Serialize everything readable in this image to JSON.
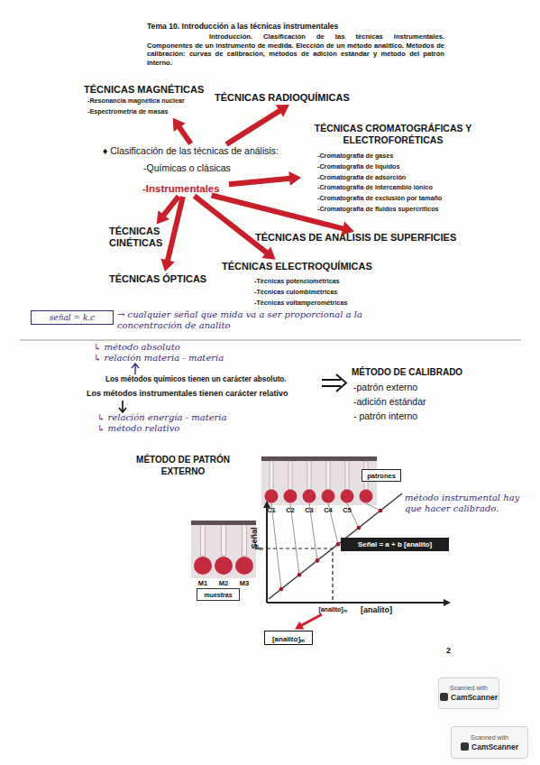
{
  "diagram": {
    "title": "Tema 10. Introducción a las técnicas instrumentales",
    "nodes": [
      {
        "text": [
          "TÉCNICAS MAGNÉTICAS",
          "-Resonancia magnética nuclear",
          "-Espectrometría de masas"
        ]
      },
      {
        "text": [
          "TÉCNICAS RADIOQUÍMICAS"
        ]
      },
      {
        "text": [
          "TÉCNICAS CROMATOGRÁFICAS Y ELECTROFORÉTICAS",
          "-Cromatografía de gases",
          "-Cromatografía de líquidos",
          "-Cromatografía de adsorción",
          "-Cromatografía de intercambio iónico",
          "-Cromatografía de exclusión por tamaño",
          "-Cromatografía de fluidos supercríticos"
        ]
      },
      {
        "text": [
          "♦ Clasificación de las técnicas de análisis:",
          "-Químicas o clásicas"
        ]
      },
      {
        "text": [
          "-Instrumentales"
        ]
      },
      {
        "text": [
          "TÉCNICAS CINÉTICAS"
        ]
      },
      {
        "text": [
          "TÉCNICAS DE ANÁLISIS DE SUPERFICIES"
        ]
      },
      {
        "text": [
          "TÉCNICAS ELECTROQUÍMICAS",
          "-Técnicas potenciométricas",
          "-Técnicas culombimétricas",
          "-Técnicas voltamperométricas"
        ]
      },
      {
        "text": [
          "TÉCNICAS ÓPTICAS"
        ]
      },
      {
        "text": [
          "señal = k.c"
        ]
      },
      {
        "text": [
          "patrones"
        ]
      },
      {
        "text": [
          "Señal = a + b [analito]"
        ]
      },
      {
        "text": [
          "muestras"
        ]
      },
      {
        "text": [
          "[analito]ₘ"
        ]
      },
      {
        "text": [
          "Scanned with",
          "CamScanner"
        ]
      },
      {
        "text": [
          "Scanned with",
          "CamScanner"
        ]
      }
    ],
    "edges": [
      {
        "from": 3,
        "to": 0,
        "arrow": "to"
      },
      {
        "from": 3,
        "to": 1,
        "arrow": "to"
      },
      {
        "from": 4,
        "to": 2,
        "arrow": "to"
      },
      {
        "from": 4,
        "to": 5,
        "arrow": "to"
      },
      {
        "from": 4,
        "to": 6,
        "arrow": "to"
      },
      {
        "from": 4,
        "to": 7,
        "arrow": "to"
      },
      {
        "from": 4,
        "to": 8,
        "arrow": "to"
      }
    ],
    "labels": [
      "Introducción. Clasificación de las técnicas instrumentales. Componentes de un instrumento de medida. Elección de un método analítico. Métodos de calibración: curvas de calibración, métodos de adición estándar y método del patrón interno.",
      "→ cualquier señal que mida va a ser proporcional a la concentración de analito",
      "↳ método absoluto",
      "↳ relación materia - materia",
      "Los métodos químicos tienen un carácter absoluto.",
      "Los métodos instrumentales tienen carácter relativo",
      "↳ relación energía - materia",
      "↳ método relativo",
      "MÉTODO DE CALIBRADO",
      "-patrón externo",
      "-adición estándar",
      "- patrón interno",
      "MÉTODO DE PATRÓN EXTERNO",
      "C1",
      "C2",
      "C3",
      "C4",
      "C5",
      "método instrumental hay que hacer calibrado.",
      "Señal",
      "Sₘ",
      "M1",
      "M2",
      "M3",
      "[analito]ₘ",
      "[analito]",
      "2"
    ]
  }
}
